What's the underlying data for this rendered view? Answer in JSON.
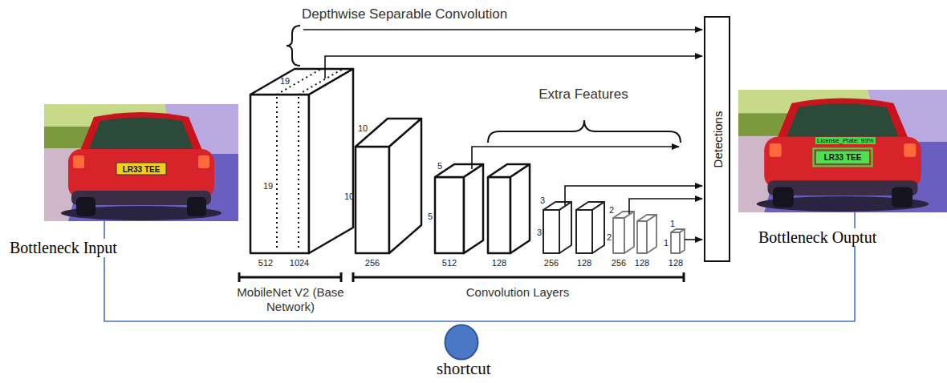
{
  "diagram": {
    "nodes": [
      {
        "text": [
          "LR33 TEE",
          "Bottleneck Input"
        ]
      },
      {
        "text": [
          "Detections"
        ]
      },
      {
        "text": [
          "License_Plate: 93%",
          "LR33 TEE",
          "Bottleneck Ouptut"
        ]
      },
      {
        "text": [
          "shortcut"
        ]
      }
    ],
    "edges": [
      {
        "from": 0,
        "to": 2,
        "arrow": "none"
      }
    ],
    "labels": [
      "Depthwise Separable Convolution",
      "19",
      "19",
      "512",
      "1024",
      "Extra Features",
      "10",
      "10",
      "256",
      "5",
      "5",
      "512",
      "128",
      "3",
      "3",
      "256",
      "128",
      "2",
      "2",
      "256",
      "128",
      "1",
      "1",
      "128",
      "MobileNet V2 (Base Network)",
      "Convolution Layers"
    ]
  }
}
